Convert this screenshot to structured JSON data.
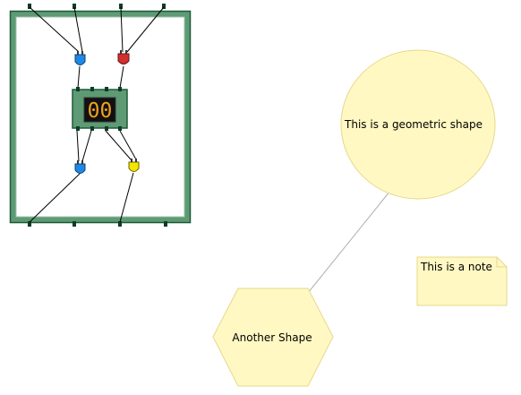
{
  "shapes": {
    "ellipse_label": "This is a geometric shape",
    "hexagon_label": "Another Shape",
    "note_label": "This is a note"
  },
  "circuit": {
    "display_value": "00"
  },
  "colors": {
    "board_fill": "#5e9a74",
    "board_stroke": "#1e5a3a",
    "shape_fill": "#fff8c2",
    "shape_stroke": "#e6d98a",
    "connector": "#b0b0b0",
    "led_blue": "#1e88e5",
    "led_red": "#d32f2f",
    "led_yellow": "#f5e600",
    "display_bg": "#111111",
    "display_digit": "#f0a020"
  }
}
